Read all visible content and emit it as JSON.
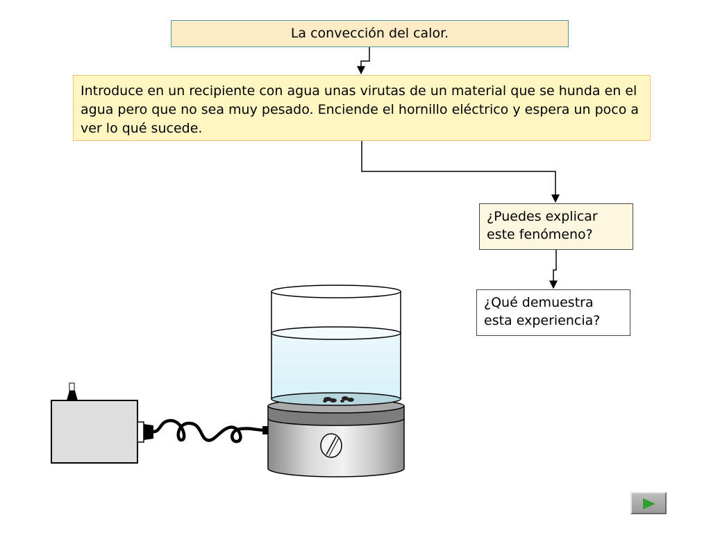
{
  "title": "La convección del calor.",
  "instructions": "Introduce en un recipiente con agua unas virutas de un material que se hunda en el agua pero que no sea muy pesado. Enciende el hornillo eléctrico y espera un poco a ver lo qué sucede.",
  "question_1": "¿Puedes explicar este fenómeno?",
  "question_2": "¿Qué demuestra esta experiencia?",
  "colors": {
    "title_fill": "#fdebc5",
    "instructions_fill": "#fff6c2",
    "water": "#e4f6fb",
    "next_arrow": "#2fa02f"
  },
  "icons": {
    "next": "play-triangle-icon"
  }
}
